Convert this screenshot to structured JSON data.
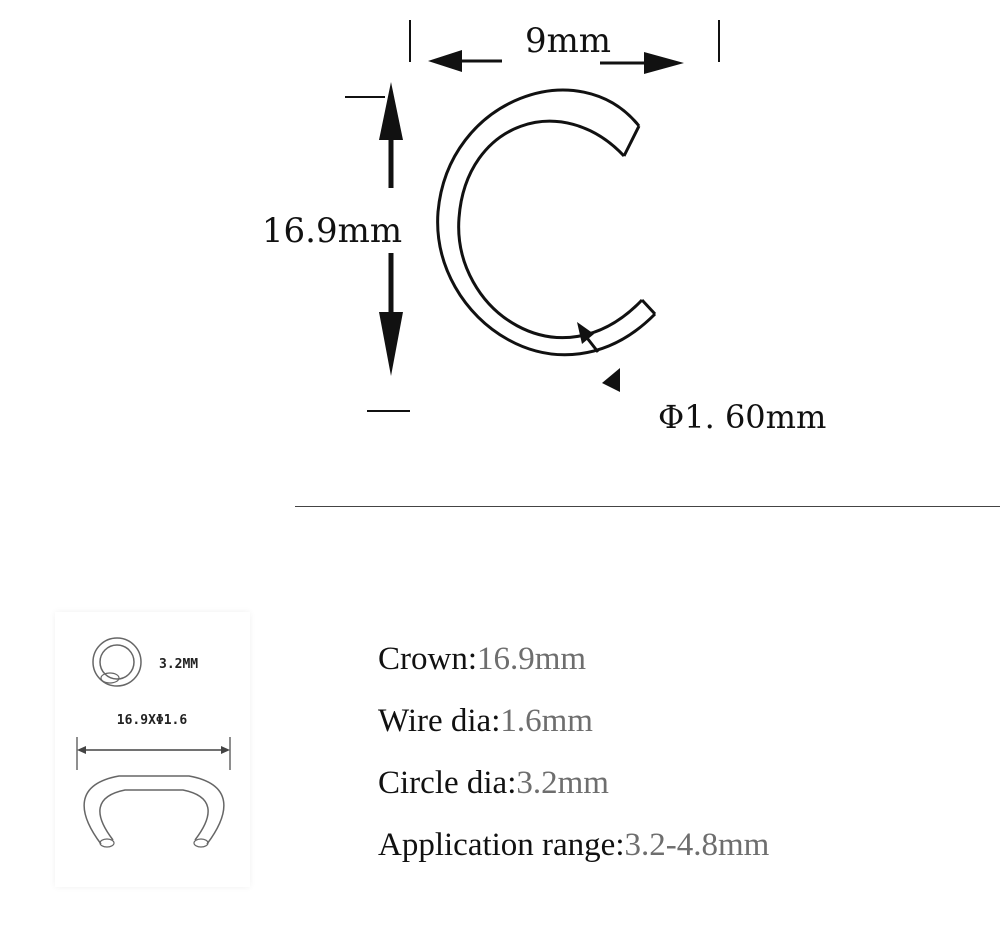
{
  "diagram": {
    "width_label": "9mm",
    "height_label": "16.9mm",
    "wire_label": "Φ1. 60mm"
  },
  "thumbnail": {
    "circle_label": "3.2MM",
    "size_label": "16.9XΦ1.6"
  },
  "specs": [
    {
      "label": "Crown:",
      "value": "16.9mm"
    },
    {
      "label": "Wire dia:",
      "value": "1.6mm"
    },
    {
      "label": "Circle dia:",
      "value": "3.2mm"
    },
    {
      "label": "Application range:",
      "value": "3.2-4.8mm"
    }
  ],
  "colors": {
    "line": "#111111",
    "label_text": "#111111",
    "value_text": "#6e6e6e",
    "divider": "#444444"
  }
}
